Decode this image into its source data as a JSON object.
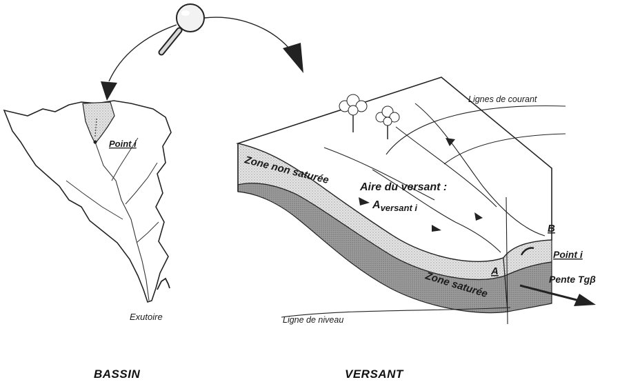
{
  "labels": {
    "point_i_basin": "Point i",
    "exutoire": "Exutoire",
    "lignes_de_courant": "Lignes de courant",
    "zone_non_saturee": "Zone non saturée",
    "aire_du_versant": "Aire du versant :",
    "a_versant_main": "A",
    "a_versant_sub": "versant i",
    "point_a": "A",
    "point_b": "B",
    "point_i_versant": "Point i",
    "pente": "Pente Tgβ",
    "zone_saturee": "Zone saturée",
    "ligne_de_niveau": "Ligne de niveau"
  },
  "titles": {
    "bassin": "BASSIN",
    "versant": "VERSANT"
  }
}
